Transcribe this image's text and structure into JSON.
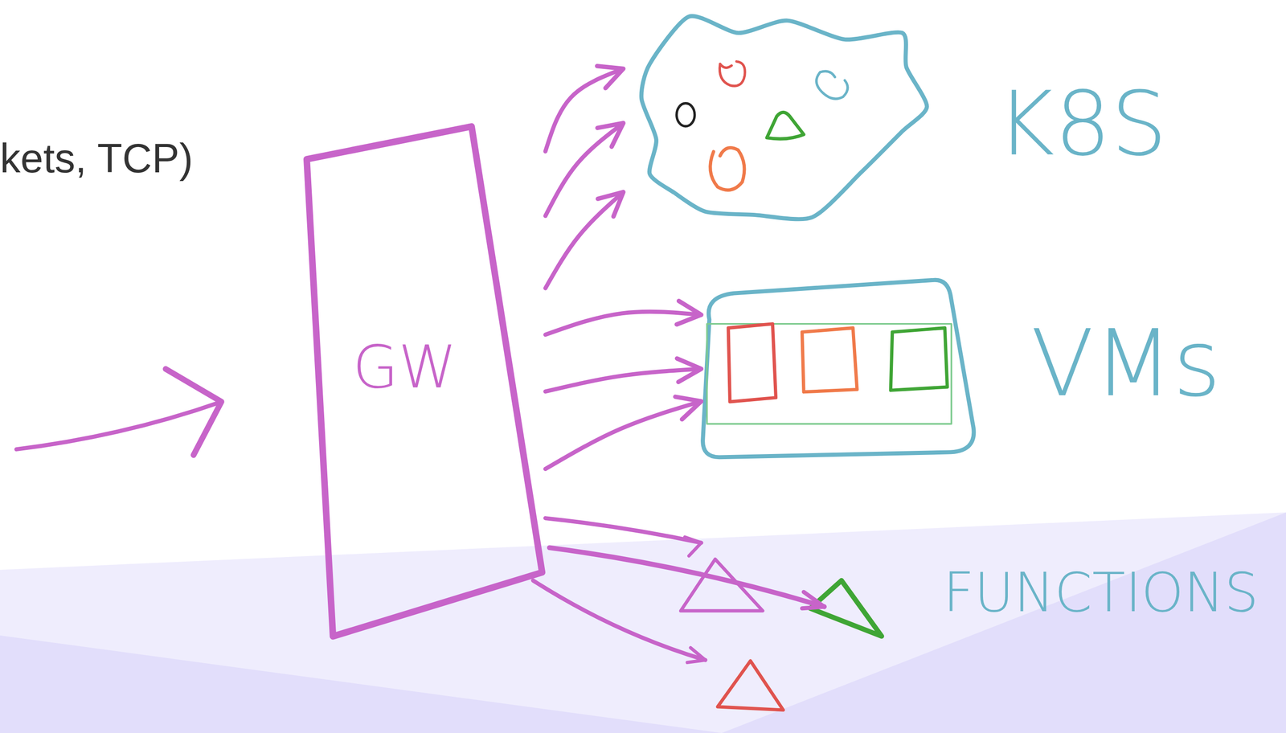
{
  "diagram": {
    "nodes": [
      {
        "text": [
          "GW"
        ]
      },
      {
        "text": [
          "K8S"
        ]
      },
      {
        "text": [
          "VMs"
        ]
      }
    ],
    "edges": [
      {
        "from": 0,
        "to": 1,
        "arrow": "to"
      },
      {
        "from": 0,
        "to": 1,
        "arrow": "to"
      },
      {
        "from": 0,
        "to": 1,
        "arrow": "to"
      },
      {
        "from": 0,
        "to": 2,
        "arrow": "to"
      },
      {
        "from": 0,
        "to": 2,
        "arrow": "to"
      },
      {
        "from": 0,
        "to": 2,
        "arrow": "to"
      }
    ],
    "labels": [
      "kets, TCP)",
      "FUNCTIONS"
    ]
  }
}
